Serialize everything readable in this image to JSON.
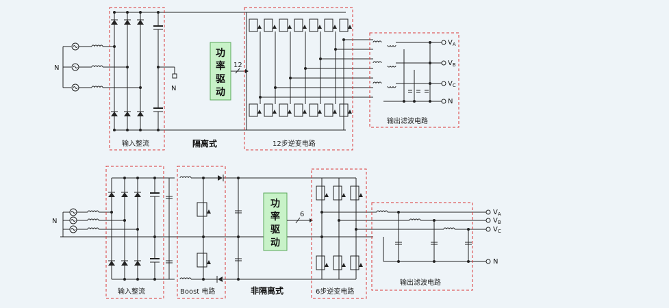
{
  "top": {
    "block_rectifier": "输入整流",
    "block_inverter": "12步逆变电路",
    "block_filter": "输出滤波电路",
    "isolation_label": "隔离式",
    "driver_lines": [
      "功",
      "率",
      "驱",
      "动"
    ],
    "driver_count": "12",
    "neutral_in": "N",
    "neutral_mid": "N",
    "out_a": "V",
    "out_a_sub": "A",
    "out_b": "V",
    "out_b_sub": "B",
    "out_c": "V",
    "out_c_sub": "C",
    "out_n": "N"
  },
  "bottom": {
    "block_rectifier": "输入整流",
    "block_boost": "Boost 电路",
    "block_inverter": "6步逆变电路",
    "block_filter": "输出滤波电路",
    "isolation_label": "非隔离式",
    "driver_lines": [
      "功",
      "率",
      "驱",
      "动"
    ],
    "driver_count": "6",
    "neutral_in": "N",
    "out_a": "V",
    "out_a_sub": "A",
    "out_b": "V",
    "out_b_sub": "B",
    "out_c": "V",
    "out_c_sub": "C",
    "out_n": "N"
  },
  "colors": {
    "dashed_box": "#d93636",
    "driver_fill": "#c8f2c8",
    "driver_stroke": "#5aa85a",
    "wire": "#222222",
    "background": "#eef4f8"
  }
}
